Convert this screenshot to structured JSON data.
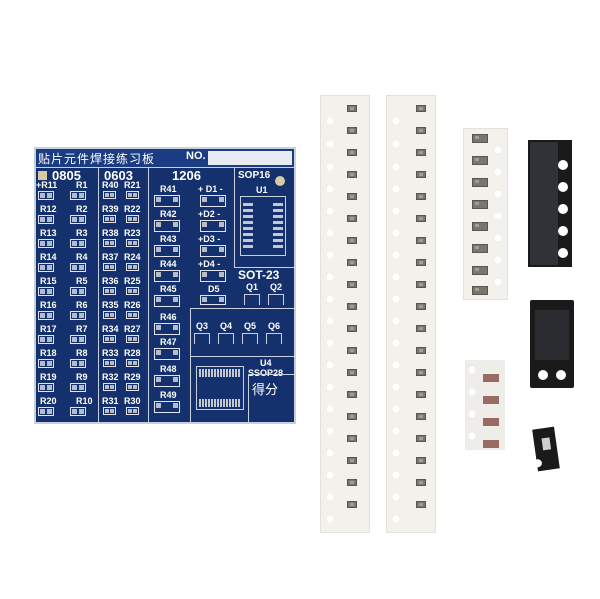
{
  "image": {
    "description": "SMD soldering practice kit: blue PCB with component footprints plus loose SMD parts on carrier tapes",
    "background_color": "#ffffff"
  },
  "pcb": {
    "title": "贴片元件焊接练习板",
    "no_label": "NO.",
    "board_color": "#14306d",
    "sections": {
      "s0805": "0805",
      "s0603": "0603",
      "s1206": "1206",
      "sop16": "SOP16",
      "sot23": "SOT-23",
      "ssop28": "SSOP28"
    },
    "labels_0805_left": [
      "+R11",
      "R12",
      "R13",
      "R14",
      "R15",
      "R16",
      "R17",
      "R18",
      "R19",
      "R20"
    ],
    "labels_0805_right": [
      "R1",
      "R2",
      "R3",
      "R4",
      "R5",
      "R6",
      "R7",
      "R8",
      "R9",
      "R10"
    ],
    "labels_0603_left": [
      "R40",
      "R39",
      "R38",
      "R37",
      "R36",
      "R35",
      "R34",
      "R33",
      "R32",
      "R31"
    ],
    "labels_0603_right": [
      "R21",
      "R22",
      "R23",
      "R24",
      "R25",
      "R26",
      "R27",
      "R28",
      "R29",
      "R30"
    ],
    "labels_1206_resistors": [
      "R41",
      "R42",
      "R43",
      "R44",
      "R45",
      "R46",
      "R47",
      "R48",
      "R49"
    ],
    "labels_1206_diodes": [
      "+ D1 -",
      "+D2 -",
      "+D3 -",
      "+D4 -"
    ],
    "d5_label": "D5",
    "u1_label": "U1",
    "u4_label": "U4",
    "transistors_row1": [
      "Q1",
      "Q2"
    ],
    "transistors_row2": [
      "Q3",
      "Q4",
      "Q5",
      "Q6"
    ],
    "score_label": "得分"
  },
  "loose_parts": [
    {
      "name": "resistor tape strip 1",
      "type": "white paper tape"
    },
    {
      "name": "resistor tape strip 2",
      "type": "white paper tape"
    },
    {
      "name": "1206 resistor tape",
      "type": "white paper tape"
    },
    {
      "name": "SOT-23 transistor tape",
      "type": "black plastic tape"
    },
    {
      "name": "SOP16 IC",
      "type": "black plastic tape"
    },
    {
      "name": "diode tape",
      "type": "clear tape"
    },
    {
      "name": "SSOP28 IC",
      "type": "black plastic tape"
    }
  ]
}
